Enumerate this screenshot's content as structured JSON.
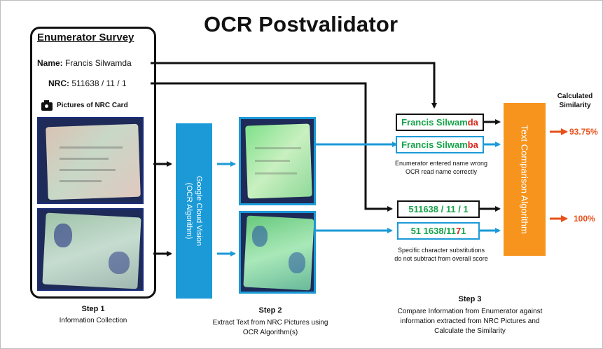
{
  "title": "OCR Postvalidator",
  "survey": {
    "heading": "Enumerator Survey",
    "name_label": "Name:",
    "name_value": "Francis Silwamda",
    "nrc_label": "NRC:",
    "nrc_value": "511638 / 11 / 1",
    "pictures_label": "Pictures of NRC Card"
  },
  "ocr_box_label_1": "Google Cloud Vision",
  "ocr_box_label_2": "(OCR Algorithm)",
  "name_compare": {
    "entered": {
      "match": "Francis Silwam",
      "diff": "da"
    },
    "ocr": {
      "match": "Francis Silwam",
      "diff": "ba"
    },
    "note_line1": "Enumerator entered name wrong",
    "note_line2": "OCR read name correctly"
  },
  "nrc_compare": {
    "entered": "511638 / 11 / 1",
    "ocr_a": "51 1638/11",
    "ocr_b": "7",
    "ocr_c": "1",
    "note_line1": "Specific character substitutions",
    "note_line2": "do not subtract from overall score"
  },
  "comparison_box_label": "Text Comparison Algorithm",
  "similarity": {
    "heading_1": "Calculated",
    "heading_2": "Similarity",
    "name_score": "93.75%",
    "nrc_score": "100%"
  },
  "steps": {
    "step1_title": "Step 1",
    "step1_desc": "Information Collection",
    "step2_title": "Step 2",
    "step2_desc_1": "Extract Text from NRC Pictures using",
    "step2_desc_2": "OCR Algorithm(s)",
    "step3_title": "Step 3",
    "step3_desc_1": "Compare Information from Enumerator against",
    "step3_desc_2": "information extracted from NRC Pictures and",
    "step3_desc_3": "Calculate the Similarity"
  },
  "colors": {
    "blue": "#1b9ad7",
    "orange": "#f7941d",
    "green": "#16a34a",
    "red": "#d9251c",
    "arrow_red": "#e8501a"
  }
}
